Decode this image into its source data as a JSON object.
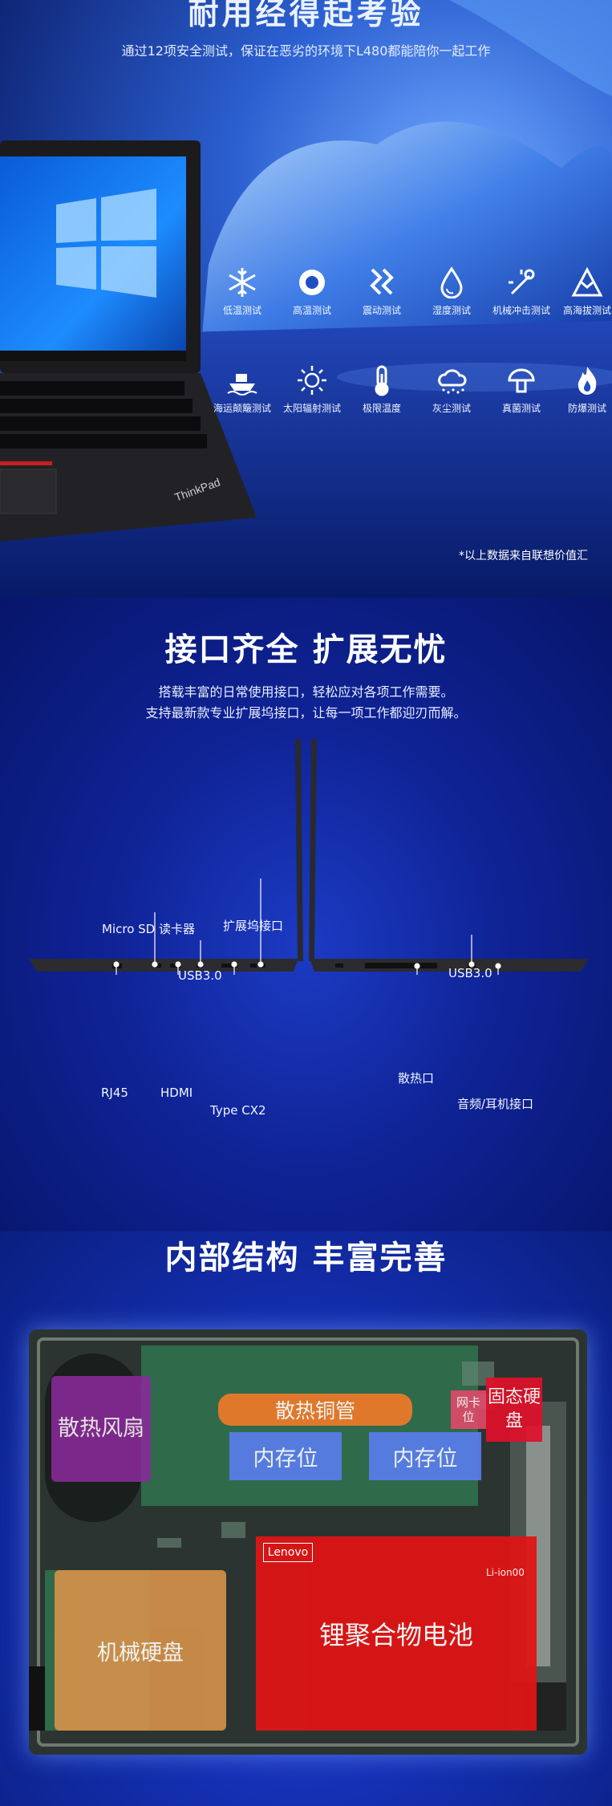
{
  "durability": {
    "title": "耐用经得起考验",
    "subtitle": "通过12项安全测试，保证在恶劣的环境下L480都能陪你一起工作",
    "tests": [
      {
        "icon": "snowflake-icon",
        "label": "低温测试"
      },
      {
        "icon": "sun-gear-icon",
        "label": "高温测试"
      },
      {
        "icon": "vibration-icon",
        "label": "震动测试"
      },
      {
        "icon": "water-drop-icon",
        "label": "湿度测试"
      },
      {
        "icon": "impact-icon",
        "label": "机械冲击测试"
      },
      {
        "icon": "mountain-icon",
        "label": "高海拔测试"
      },
      {
        "icon": "ship-icon",
        "label": "海运颠簸测试"
      },
      {
        "icon": "sun-icon",
        "label": "太阳辐射测试"
      },
      {
        "icon": "thermometer-icon",
        "label": "极限温度"
      },
      {
        "icon": "dust-cloud-icon",
        "label": "灰尘测试"
      },
      {
        "icon": "fungus-icon",
        "label": "真菌测试"
      },
      {
        "icon": "flame-icon",
        "label": "防爆测试"
      }
    ],
    "note": "*以上数据来自联想价值汇",
    "brand": "ThinkPad"
  },
  "ports": {
    "title": "接口齐全 扩展无忧",
    "desc_line1": "搭载丰富的日常使用接口，轻松应对各项工作需要。",
    "desc_line2": "支持最新款专业扩展坞接口，让每一项工作都迎刃而解。",
    "left_labels": {
      "microsd": "Micro SD 读卡器",
      "dock": "扩展坞接口",
      "usb": "USB3.0",
      "rj45": "RJ45",
      "hdmi": "HDMI",
      "typec": "Type CX2"
    },
    "right_labels": {
      "usb": "USB3.0",
      "vent": "散热口",
      "audio": "音频/耳机接口"
    }
  },
  "internals": {
    "title": "内部结构 丰富完善",
    "fan": "散热风扇",
    "heatpipe": "散热铜管",
    "memory1": "内存位",
    "memory2": "内存位",
    "network": "网卡位",
    "ssd": "固态硬盘",
    "hdd": "机械硬盘",
    "battery": "锂聚合物电池",
    "battery_brand": "Lenovo",
    "battery_model": "Li-ion00"
  },
  "colors": {
    "fan": "#8a2a9a",
    "heatpipe": "#f07a2a",
    "memory": "#5b7df0",
    "network": "#e24a6a",
    "ssd": "#e0102a",
    "hdd": "#d4904a",
    "battery": "#e01414"
  }
}
